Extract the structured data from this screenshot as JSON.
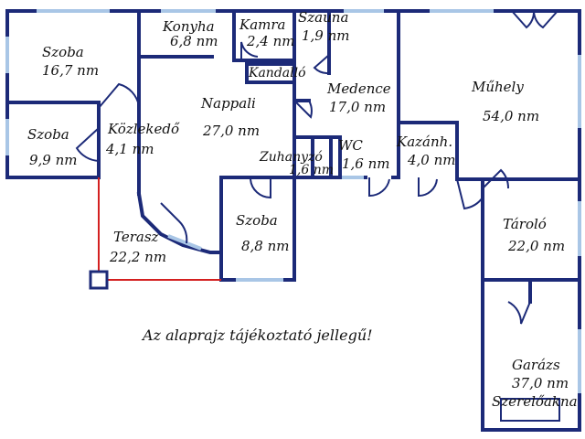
{
  "colors": {
    "wall": "#1c2a78",
    "window": "#a9c6e6",
    "terrace_line": "#d42020",
    "background": "#ffffff",
    "text": "#111111"
  },
  "rooms": {
    "szoba1": {
      "name": "Szoba",
      "area": "16,7 nm"
    },
    "szoba2": {
      "name": "Szoba",
      "area": "9,9 nm"
    },
    "kozlekedo": {
      "name": "Közlekedő",
      "area": "4,1 nm"
    },
    "konyha": {
      "name": "Konyha",
      "area": "6,8 nm"
    },
    "kamra": {
      "name": "Kamra",
      "area": "2,4 nm"
    },
    "szauna": {
      "name": "Szauna",
      "area": "1,9 nm"
    },
    "kandallo": {
      "name": "Kandalló"
    },
    "nappali": {
      "name": "Nappali",
      "area": "27,0 nm"
    },
    "medence": {
      "name": "Medence",
      "area": "17,0 nm"
    },
    "muhely": {
      "name": "Műhely",
      "area": "54,0 nm"
    },
    "zuhanyzo": {
      "name": "Zuhanyzó",
      "area": "1,6 nm"
    },
    "wc": {
      "name": "WC",
      "area": "1,6 nm"
    },
    "kazanh": {
      "name": "Kazánh.",
      "area": "4,0 nm"
    },
    "terasz": {
      "name": "Terasz",
      "area": "22,2 nm"
    },
    "szoba3": {
      "name": "Szoba",
      "area": "8,8 nm"
    },
    "tarolo": {
      "name": "Tároló",
      "area": "22,0 nm"
    },
    "garazs": {
      "name": "Garázs",
      "area": "37,0 nm"
    },
    "szereloakna": {
      "name": "Szerelőakna"
    }
  },
  "disclaimer": "Az alaprajz tájékoztató jellegű!"
}
